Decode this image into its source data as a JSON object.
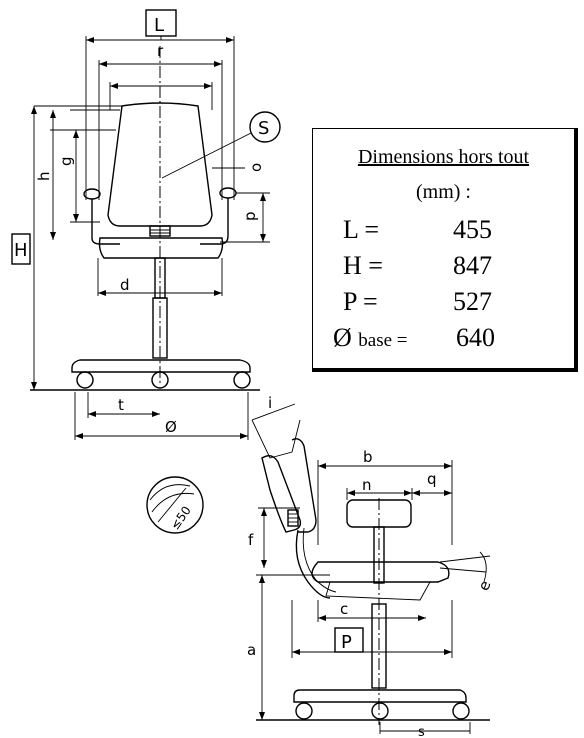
{
  "labels": {
    "L": "L",
    "r": "r",
    "S": "S",
    "h": "h",
    "g": "g",
    "H": "H",
    "o": "o",
    "p": "p",
    "d": "d",
    "t": "t",
    "diam": "Ø",
    "i": "i",
    "b": "b",
    "n": "n",
    "q": "q",
    "f": "f",
    "c": "c",
    "e": "e",
    "a": "a",
    "P": "P",
    "s": "s",
    "angle": "≤50"
  },
  "dimensions_box": {
    "title": "Dimensions hors tout",
    "unit": "(mm) :",
    "rows": [
      {
        "key": "L =",
        "value": "455"
      },
      {
        "key": "H =",
        "value": "847"
      },
      {
        "key": "P =",
        "value": "527"
      },
      {
        "key_symbol": "Ø",
        "key_word": "base =",
        "value": "640"
      }
    ]
  }
}
